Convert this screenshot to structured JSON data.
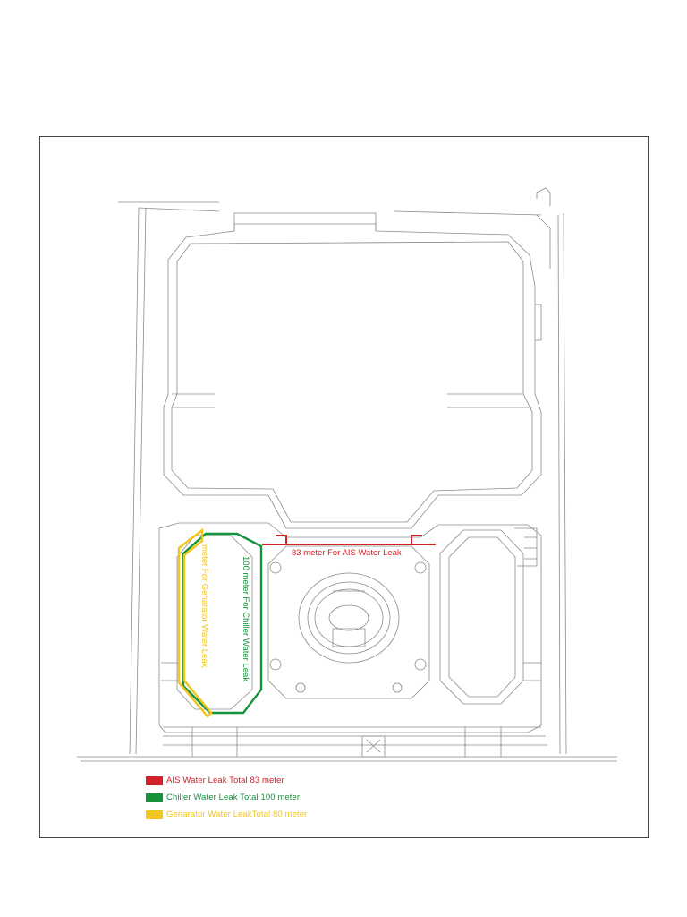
{
  "colors": {
    "ais": "#d4202a",
    "chiller": "#17923c",
    "generator": "#f2c51c",
    "linework": "#8a8a8a",
    "frame": "#444444"
  },
  "annotations": {
    "ais_route": "83 meter For AIS Water Leak",
    "chiller_route": "100 meter For Chiller Water Leak",
    "generator_route": "meter For Genarator Water Leak"
  },
  "legend": [
    {
      "key": "ais",
      "label": "AIS Water Leak Total 83 meter"
    },
    {
      "key": "chiller",
      "label": "Chiller Water Leak Total 100 meter"
    },
    {
      "key": "generator",
      "label": "Genarator Water LeakTotal 80 meter"
    }
  ]
}
